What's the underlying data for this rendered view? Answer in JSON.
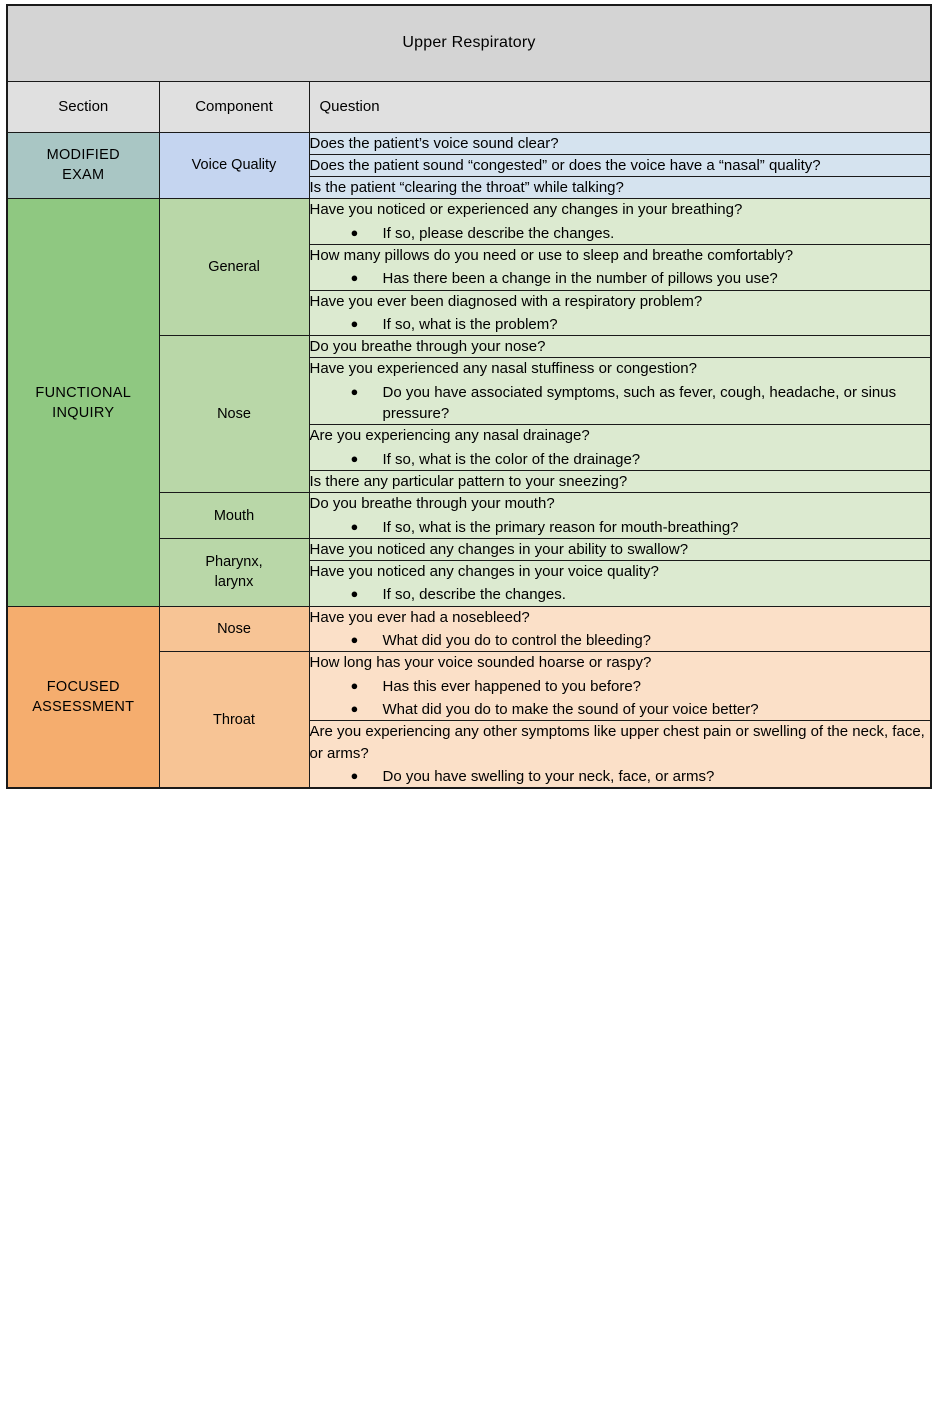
{
  "document": {
    "title": "Upper Respiratory",
    "columns": [
      "Section",
      "Component",
      "Question"
    ]
  },
  "sections": [
    {
      "name": "MODIFIED\nEXAM",
      "label_line1": "MODIFIED",
      "label_line2": "EXAM",
      "section_color": "#a9c6c4",
      "component_color": "#c5d5f0",
      "question_color": "#d5e3ef",
      "components": [
        {
          "name": "Voice Quality",
          "questions": [
            {
              "main": "Does the patient’s voice sound clear?",
              "subs": []
            },
            {
              "main": "Does the patient sound “congested” or does the voice have a “nasal” quality?",
              "subs": []
            },
            {
              "main": "Is the patient “clearing the throat” while talking?",
              "subs": []
            }
          ]
        }
      ]
    },
    {
      "name": "FUNCTIONAL\nINQUIRY",
      "label_line1": "FUNCTIONAL",
      "label_line2": "INQUIRY",
      "section_color": "#8fc881",
      "component_color": "#b9d7a8",
      "question_color": "#dcead0",
      "components": [
        {
          "name": "General",
          "questions": [
            {
              "main": "Have you noticed or experienced any changes in your breathing?",
              "subs": [
                "If so, please describe the changes."
              ]
            },
            {
              "main": "How many pillows do you need or use to sleep and breathe comfortably?",
              "subs": [
                "Has there been a change in the number of pillows you use?"
              ]
            },
            {
              "main": "Have you ever been diagnosed with a respiratory problem?",
              "subs": [
                "If so, what is the problem?"
              ]
            }
          ]
        },
        {
          "name": "Nose",
          "questions": [
            {
              "main": "Do you breathe through your nose?",
              "subs": []
            },
            {
              "main": "Have you experienced any nasal stuffiness or congestion?",
              "subs": [
                "Do you have associated symptoms, such as fever, cough, headache, or sinus pressure?"
              ]
            },
            {
              "main": "Are you experiencing any nasal drainage?",
              "subs": [
                "If so, what is the color of the drainage?"
              ]
            },
            {
              "main": "Is there any particular pattern to your sneezing?",
              "subs": []
            }
          ]
        },
        {
          "name": "Mouth",
          "questions": [
            {
              "main": "Do you breathe through your mouth?",
              "subs": [
                "If so, what is the primary reason for mouth-breathing?"
              ]
            }
          ]
        },
        {
          "name": "Pharynx,\nlarynx",
          "name_line1": "Pharynx,",
          "name_line2": "larynx",
          "questions": [
            {
              "main": "Have you noticed any changes in your ability to swallow?",
              "subs": []
            },
            {
              "main": "Have you noticed any changes in your voice quality?",
              "subs": [
                "If so, describe the changes."
              ]
            }
          ]
        }
      ]
    },
    {
      "name": "FOCUSED\nASSESSMENT",
      "label_line1": "FOCUSED",
      "label_line2": "ASSESSMENT",
      "section_color": "#f5ad6e",
      "component_color": "#f7c495",
      "question_color": "#fbe0c8",
      "components": [
        {
          "name": "Nose",
          "questions": [
            {
              "main": "Have you ever had a nosebleed?",
              "subs": [
                "What did you do to control the bleeding?"
              ]
            }
          ]
        },
        {
          "name": "Throat",
          "questions": [
            {
              "main": "How long has your voice sounded hoarse or raspy?",
              "subs": [
                "Has this ever happened to you before?",
                "What did you do to make the sound of your voice better?"
              ]
            },
            {
              "main": "Are you experiencing any other symptoms like upper chest pain or swelling of the neck, face, or arms?",
              "subs": [
                "Do you have swelling to your neck, face, or arms?"
              ]
            }
          ]
        }
      ]
    }
  ],
  "bullet_glyph": "●"
}
